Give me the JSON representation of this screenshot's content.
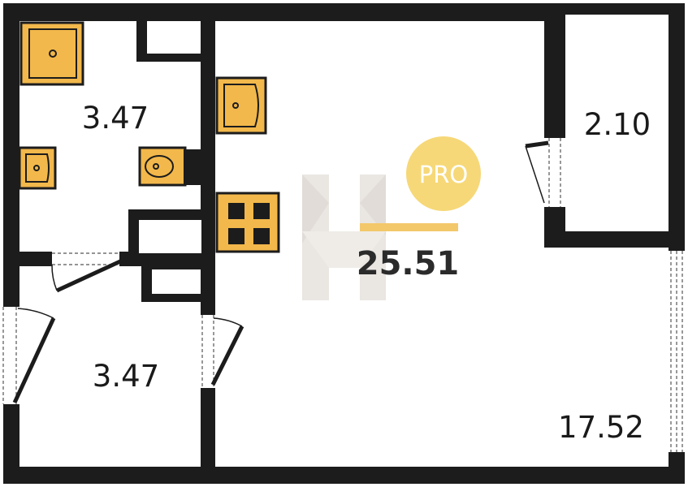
{
  "plan": {
    "rooms": {
      "bathroom_area": "3.47",
      "hallway_area": "3.47",
      "closet_area": "2.10",
      "living_area": "17.52"
    },
    "total_area": "25.51",
    "watermark_badge": "PRO",
    "colors": {
      "wall": "#1c1c1c",
      "fixture": "#f2b84b",
      "badge": "#f6d878",
      "accent_line": "#f3c86b"
    }
  }
}
